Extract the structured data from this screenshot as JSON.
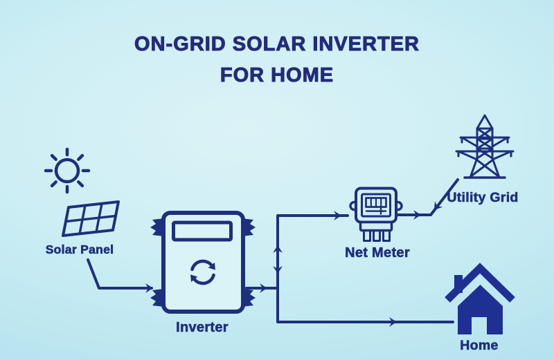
{
  "title": {
    "line1": "ON-GRID SOLAR INVERTER",
    "line2": "FOR HOME"
  },
  "nodes": {
    "solar_panel": {
      "label": "Solar Panel",
      "icon": "sun-and-solar-panel"
    },
    "inverter": {
      "label": "Inverter",
      "icon": "inverter-box-with-sync-arrows"
    },
    "net_meter": {
      "label": "Net Meter",
      "icon": "electric-meter"
    },
    "utility_grid": {
      "label": "Utility Grid",
      "icon": "transmission-tower"
    },
    "home": {
      "label": "Home",
      "icon": "house"
    }
  },
  "connections": [
    {
      "from": "Solar Panel",
      "to": "Inverter",
      "direction": "one-way"
    },
    {
      "from": "Inverter",
      "to": "Net Meter",
      "direction": "two-way"
    },
    {
      "from": "Net Meter",
      "to": "Utility Grid",
      "direction": "two-way"
    },
    {
      "from": "Inverter",
      "to": "Home",
      "direction": "one-way"
    }
  ],
  "colors": {
    "ink_navy": "#1e2f7d",
    "title_navy": "#232b7a",
    "home_fill": "#1e3193",
    "icon_fill_light": "#d6f0f5",
    "background_center": "#dbf3f7",
    "background_edge": "#a8dcec"
  }
}
